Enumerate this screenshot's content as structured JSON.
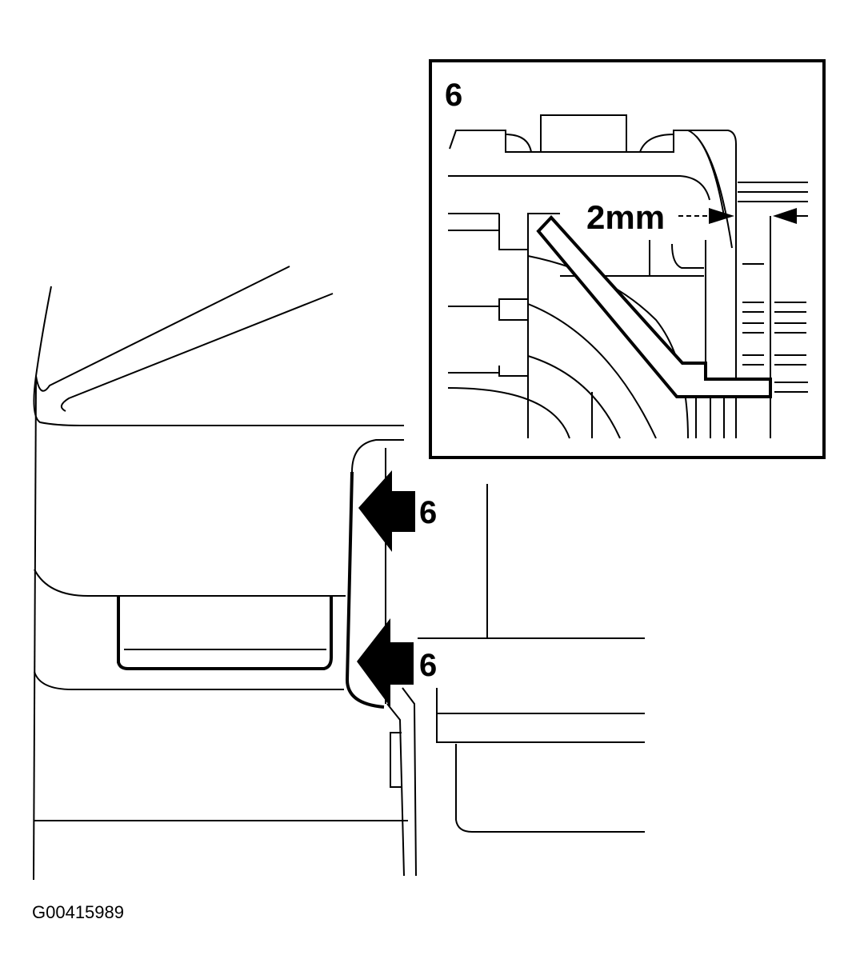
{
  "inset": {
    "callout_number": "6",
    "dimension_label": "2mm"
  },
  "main_view": {
    "arrow_upper_label": "6",
    "arrow_lower_label": "6"
  },
  "figure_code": "G00415989",
  "colors": {
    "ink": "#000000",
    "paper": "#ffffff"
  }
}
